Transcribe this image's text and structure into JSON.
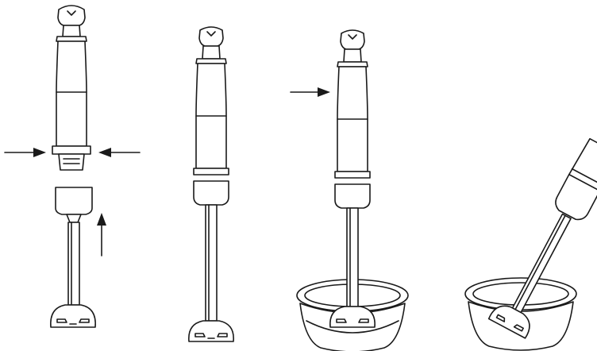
{
  "figure": {
    "description_steps": [
      "attach-shaft",
      "assembled",
      "switch-on-in-bowl",
      "blend-at-angle"
    ],
    "colors": {
      "line": "#1a1a1a",
      "background": "#ffffff"
    },
    "icons": [
      "arrow-right-icon",
      "arrow-left-icon",
      "arrow-up-icon",
      "hand-blender-icon",
      "bowl-icon"
    ]
  }
}
